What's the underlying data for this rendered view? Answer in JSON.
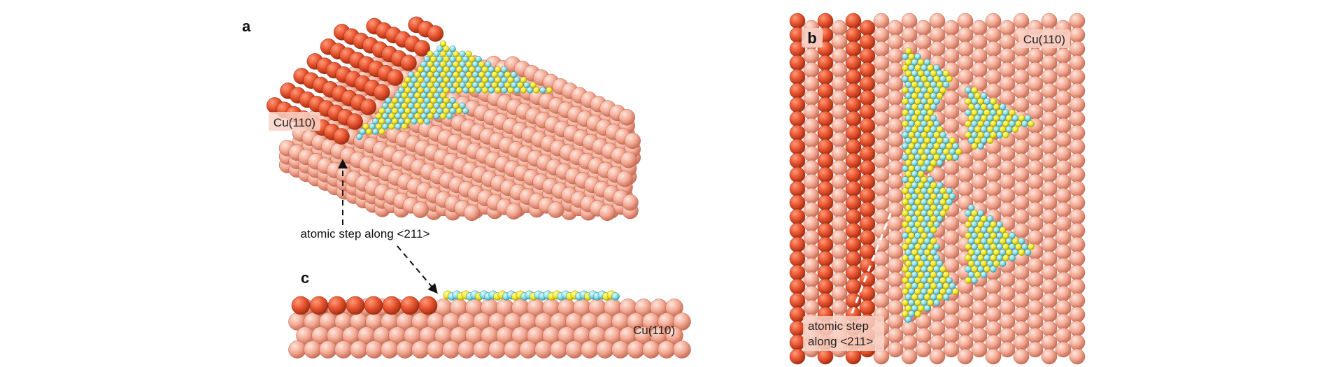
{
  "panels": {
    "a": {
      "letter": "a",
      "surface_label": "Cu(110)",
      "step_label": "atomic step along <211>"
    },
    "b": {
      "letter": "b",
      "surface_label": "Cu(110)",
      "step_label_line1": "atomic step",
      "step_label_line2": "along <211>"
    },
    "c": {
      "letter": "c",
      "surface_label": "Cu(110)"
    }
  },
  "colors": {
    "cu_upper_terrace": "#e8532e",
    "cu_lower_terrace": "#f4ab95",
    "adsorbate_yellow": "#f2ea1f",
    "adsorbate_cyan": "#84dde8",
    "label_bg": "#f9d2c6"
  }
}
